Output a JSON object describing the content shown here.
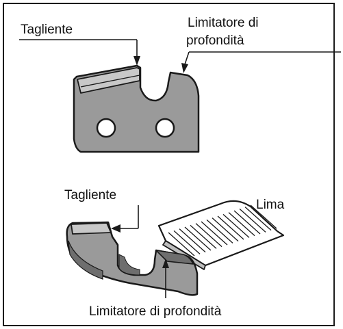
{
  "labels": {
    "top_cutter": "Tagliente",
    "top_depth_limiter_line1": "Limitatore di",
    "top_depth_limiter_line2": "profondità",
    "bottom_cutter": "Tagliente",
    "file": "Lima",
    "bottom_depth_limiter": "Limitatore di profondità"
  },
  "colors": {
    "line": "#1a1a1a",
    "link_fill": "#9a9a9a",
    "link_dark": "#6e6e6e",
    "link_light": "#c8c8c8",
    "file_fill": "#ffffff"
  }
}
